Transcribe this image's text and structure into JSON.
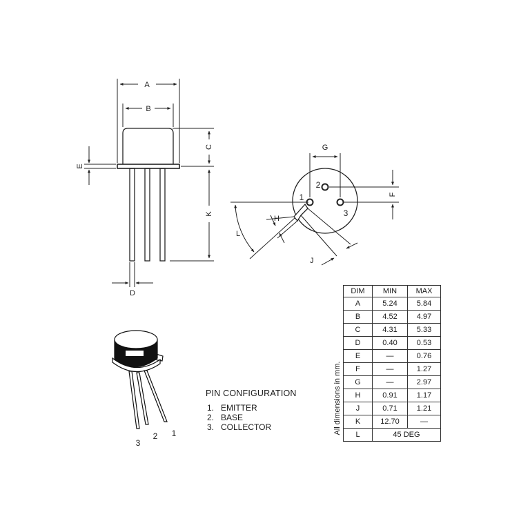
{
  "side_view": {
    "labels": {
      "A": "A",
      "B": "B",
      "C": "C",
      "E": "E",
      "K": "K",
      "D": "D"
    }
  },
  "bottom_view": {
    "labels": {
      "G": "G",
      "F": "F",
      "H": "H",
      "J": "J",
      "L": "L"
    },
    "pins": [
      "1",
      "2",
      "3"
    ]
  },
  "package_3d": {
    "lead_labels": [
      "3",
      "2",
      "1"
    ]
  },
  "pin_configuration": {
    "title": "PIN CONFIGURATION",
    "items": [
      {
        "num": "1.",
        "name": "EMITTER"
      },
      {
        "num": "2.",
        "name": "BASE"
      },
      {
        "num": "3.",
        "name": "COLLECTOR"
      }
    ]
  },
  "dimensions": {
    "headers": [
      "DIM",
      "MIN",
      "MAX"
    ],
    "rows": [
      {
        "dim": "A",
        "min": "5.24",
        "max": "5.84"
      },
      {
        "dim": "B",
        "min": "4.52",
        "max": "4.97"
      },
      {
        "dim": "C",
        "min": "4.31",
        "max": "5.33"
      },
      {
        "dim": "D",
        "min": "0.40",
        "max": "0.53"
      },
      {
        "dim": "E",
        "min": "—",
        "max": "0.76"
      },
      {
        "dim": "F",
        "min": "—",
        "max": "1.27"
      },
      {
        "dim": "G",
        "min": "—",
        "max": "2.97"
      },
      {
        "dim": "H",
        "min": "0.91",
        "max": "1.17"
      },
      {
        "dim": "J",
        "min": "0.71",
        "max": "1.21"
      },
      {
        "dim": "K",
        "min": "12.70",
        "max": "—"
      },
      {
        "dim": "L",
        "span": "45 DEG"
      }
    ],
    "note": "All dimensions in mm."
  }
}
